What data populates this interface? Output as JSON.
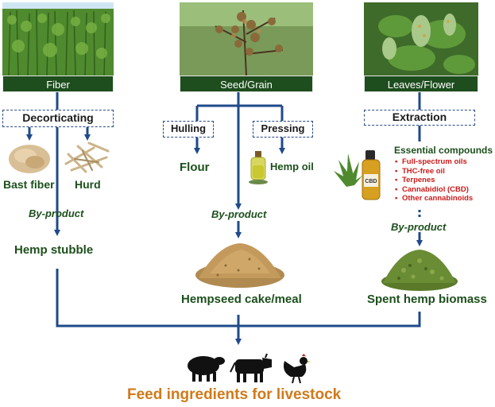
{
  "columns": {
    "fiber": {
      "banner": "Fiber",
      "process": "Decorticating",
      "outputs": [
        "Bast fiber",
        "Hurd"
      ],
      "byproduct_label": "By-product",
      "byproduct": "Hemp stubble"
    },
    "seed": {
      "banner": "Seed/Grain",
      "processes": [
        "Hulling",
        "Pressing"
      ],
      "outputs": [
        "Flour",
        "Hemp oil"
      ],
      "byproduct_label": "By-product",
      "byproduct": "Hempseed cake/meal"
    },
    "leaves": {
      "banner": "Leaves/Flower",
      "process": "Extraction",
      "compounds_title": "Essential compounds",
      "compounds": [
        "Full-spectrum oils",
        "THC-free oil",
        "Terpenes",
        "Cannabidiol (CBD)",
        "Other cannabinoids"
      ],
      "cbd_label": "CBD",
      "byproduct_label": "By-product",
      "byproduct": "Spent hemp biomass"
    }
  },
  "footer": {
    "title": "Feed ingredients for livestock",
    "animals": [
      "sheep-icon",
      "cow-icon",
      "chicken-icon"
    ]
  },
  "colors": {
    "banner": "#1e4d1e",
    "connector": "#1f4a8a",
    "label_green": "#1c4f1c",
    "compound_red": "#cc1a1a",
    "footer_orange": "#d07a1a"
  }
}
